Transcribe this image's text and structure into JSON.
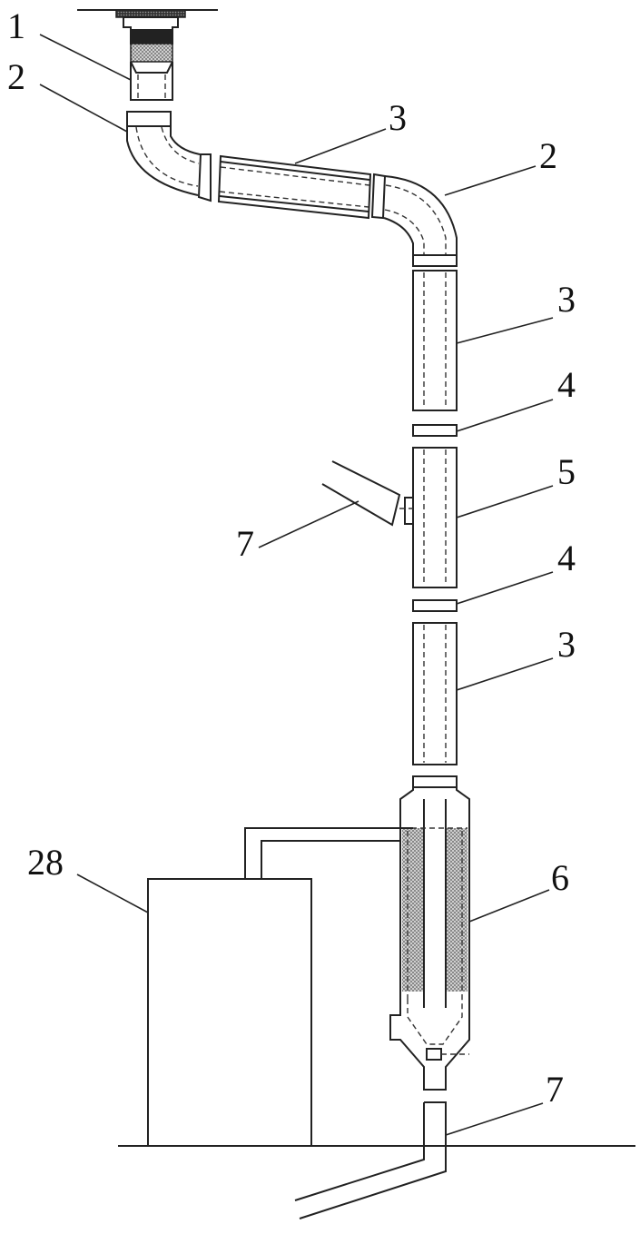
{
  "labels": {
    "l1": "1",
    "l2a": "2",
    "l3a": "3",
    "l2b": "2",
    "l3b": "3",
    "l4a": "4",
    "l5": "5",
    "l7a": "7",
    "l4b": "4",
    "l3c": "3",
    "l28": "28",
    "l6": "6",
    "l7b": "7"
  }
}
